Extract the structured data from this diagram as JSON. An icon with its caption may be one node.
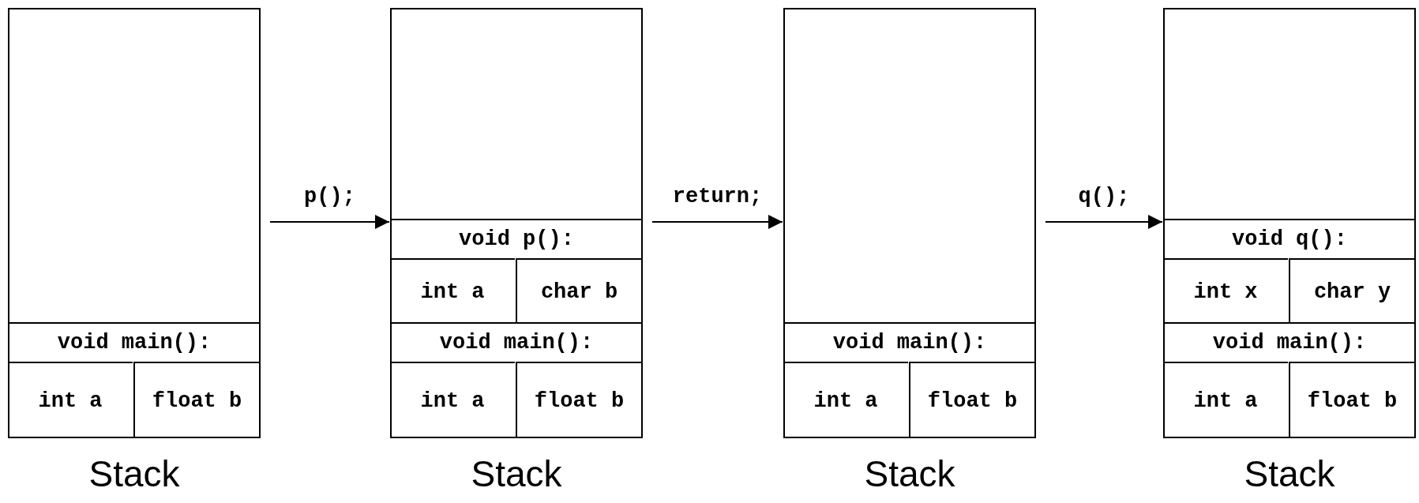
{
  "diagram": {
    "nodes": [
      {
        "text": [],
        "shape": "box",
        "beside": [
          "Stack"
        ]
      },
      {
        "text": [
          "void main():"
        ],
        "in": 0
      },
      {
        "text": [
          "int a"
        ],
        "in": 1
      },
      {
        "text": [
          "float b"
        ],
        "in": 1
      },
      {
        "text": [],
        "shape": "box",
        "beside": [
          "Stack"
        ]
      },
      {
        "text": [
          "void p():"
        ],
        "in": 4
      },
      {
        "text": [
          "int a"
        ],
        "in": 5
      },
      {
        "text": [
          "char b"
        ],
        "in": 5
      },
      {
        "text": [
          "void main():"
        ],
        "in": 4
      },
      {
        "text": [
          "int a"
        ],
        "in": 8
      },
      {
        "text": [
          "float b"
        ],
        "in": 8
      },
      {
        "text": [],
        "shape": "box",
        "beside": [
          "Stack"
        ]
      },
      {
        "text": [
          "void main():"
        ],
        "in": 11
      },
      {
        "text": [
          "int a"
        ],
        "in": 12
      },
      {
        "text": [
          "float b"
        ],
        "in": 12
      },
      {
        "text": [],
        "shape": "box",
        "beside": [
          "Stack"
        ]
      },
      {
        "text": [
          "void q():"
        ],
        "in": 15
      },
      {
        "text": [
          "int x"
        ],
        "in": 16
      },
      {
        "text": [
          "char y"
        ],
        "in": 16
      },
      {
        "text": [
          "void main():"
        ],
        "in": 15
      },
      {
        "text": [
          "int a"
        ],
        "in": 19
      },
      {
        "text": [
          "float b"
        ],
        "in": 19
      }
    ],
    "edges": [
      {
        "from": 0,
        "to": 4,
        "arrow": "to",
        "label": "p();"
      },
      {
        "from": 4,
        "to": 11,
        "arrow": "to",
        "label": "return;"
      },
      {
        "from": 11,
        "to": 15,
        "arrow": "to",
        "label": "q();"
      }
    ]
  }
}
